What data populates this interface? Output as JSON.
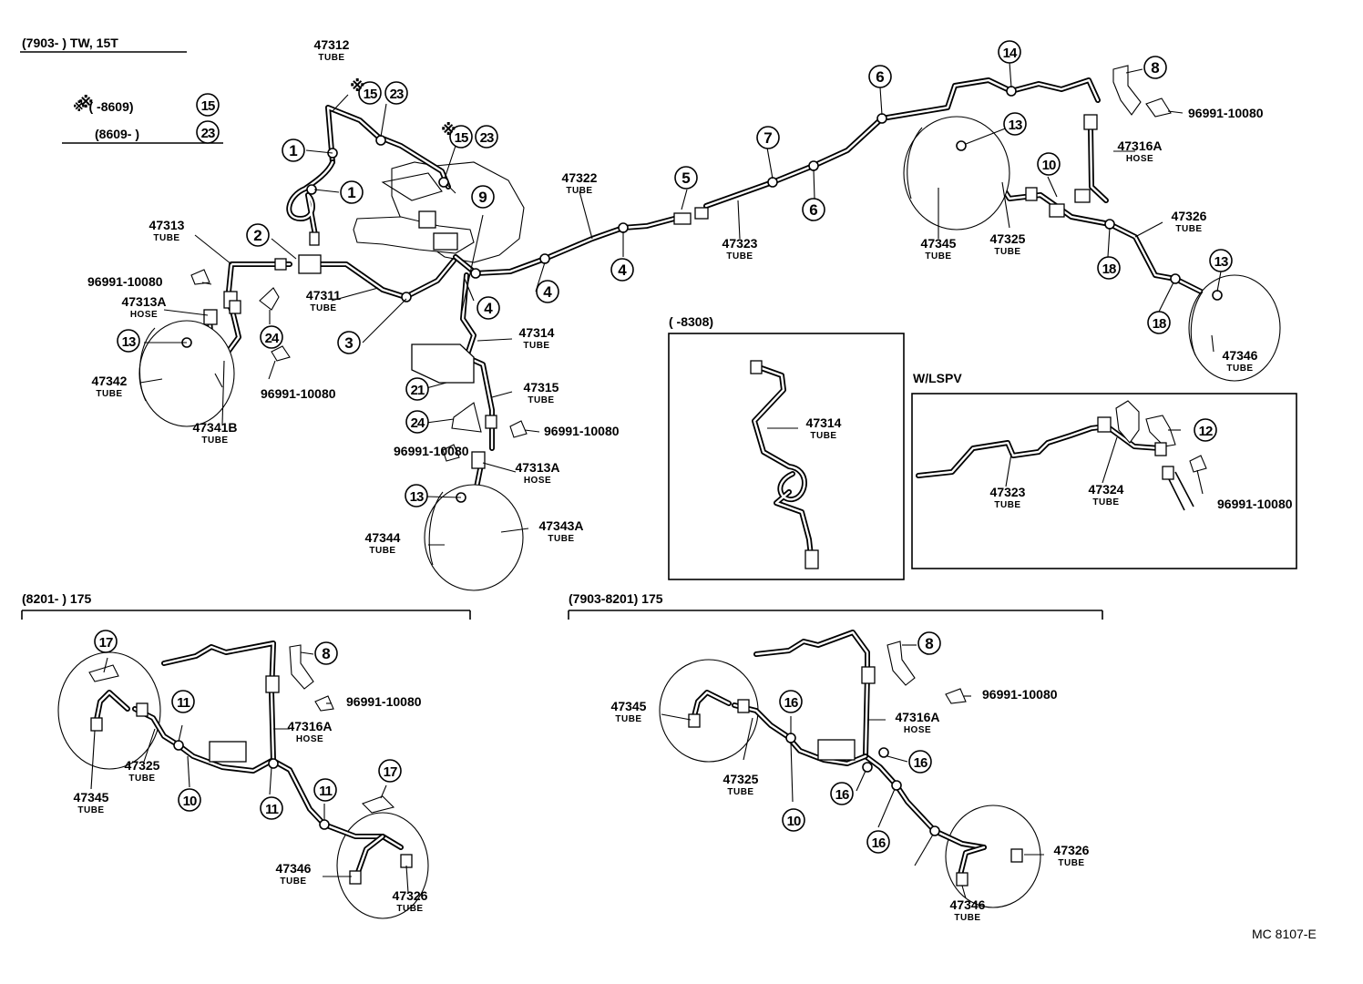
{
  "headers": {
    "tw15t": "(7903-        ) TW, 15T",
    "note1": "※ (        -8609)",
    "note2": "(8609-          )",
    "l8201": "(8201-           ) 175",
    "l7903": "(7903-8201) 175",
    "i8308": "(          -8308)",
    "wlspv": "W/LSPV",
    "code": "MC 8107-E"
  },
  "part_labels": [
    {
      "id": "p47312",
      "number": "47312",
      "type": "TUBE"
    },
    {
      "id": "p47313",
      "number": "47313",
      "type": "TUBE"
    },
    {
      "id": "p47313a",
      "number": "47313A",
      "type": "HOSE"
    },
    {
      "id": "p47342",
      "number": "47342",
      "type": "TUBE"
    },
    {
      "id": "p47341b",
      "number": "47341B",
      "type": "TUBE"
    },
    {
      "id": "p47311",
      "number": "47311",
      "type": "TUBE"
    },
    {
      "id": "p47322",
      "number": "47322",
      "type": "TUBE"
    },
    {
      "id": "p47314",
      "number": "47314",
      "type": "TUBE"
    },
    {
      "id": "p47315",
      "number": "47315",
      "type": "TUBE"
    },
    {
      "id": "p47313a_b",
      "number": "47313A",
      "type": "HOSE"
    },
    {
      "id": "p47344",
      "number": "47344",
      "type": "TUBE"
    },
    {
      "id": "p47343a",
      "number": "47343A",
      "type": "TUBE"
    },
    {
      "id": "p47323",
      "number": "47323",
      "type": "TUBE"
    },
    {
      "id": "p47316a",
      "number": "47316A",
      "type": "HOSE"
    },
    {
      "id": "p47345",
      "number": "47345",
      "type": "TUBE"
    },
    {
      "id": "p47325",
      "number": "47325",
      "type": "TUBE"
    },
    {
      "id": "p47326",
      "number": "47326",
      "type": "TUBE"
    },
    {
      "id": "p47346",
      "number": "47346",
      "type": "TUBE"
    },
    {
      "id": "p47314_i",
      "number": "47314",
      "type": "TUBE"
    },
    {
      "id": "p47323_l",
      "number": "47323",
      "type": "TUBE"
    },
    {
      "id": "p47324_l",
      "number": "47324",
      "type": "TUBE"
    },
    {
      "id": "p47316a_bl",
      "number": "47316A",
      "type": "HOSE"
    },
    {
      "id": "p47325_bl",
      "number": "47325",
      "type": "TUBE"
    },
    {
      "id": "p47345_bl",
      "number": "47345",
      "type": "TUBE"
    },
    {
      "id": "p47346_bl",
      "number": "47346",
      "type": "TUBE"
    },
    {
      "id": "p47326_bl",
      "number": "47326",
      "type": "TUBE"
    },
    {
      "id": "p47345_br",
      "number": "47345",
      "type": "TUBE"
    },
    {
      "id": "p47325_br",
      "number": "47325",
      "type": "TUBE"
    },
    {
      "id": "p47316a_br",
      "number": "47316A",
      "type": "HOSE"
    },
    {
      "id": "p47326_br",
      "number": "47326",
      "type": "TUBE"
    },
    {
      "id": "p47346_br",
      "number": "47346",
      "type": "TUBE"
    }
  ],
  "clip_refs": [
    {
      "id": "c1",
      "text": "96991-10080"
    },
    {
      "id": "c2",
      "text": "96991-10080"
    },
    {
      "id": "c3",
      "text": "96991-10080"
    },
    {
      "id": "c4",
      "text": "96991-10080"
    },
    {
      "id": "c5",
      "text": "96991-10080"
    },
    {
      "id": "c6",
      "text": "96991-10080"
    },
    {
      "id": "c7",
      "text": "96991-10080"
    },
    {
      "id": "c8",
      "text": "96991-10080"
    }
  ],
  "callouts": [
    {
      "id": "n15a",
      "num": "15"
    },
    {
      "id": "n23a",
      "num": "23"
    },
    {
      "id": "n15b",
      "num": "15"
    },
    {
      "id": "n23b",
      "num": "23"
    },
    {
      "id": "n15c",
      "num": "15"
    },
    {
      "id": "n23c",
      "num": "23"
    },
    {
      "id": "n1a",
      "num": "1"
    },
    {
      "id": "n1b",
      "num": "1"
    },
    {
      "id": "n2",
      "num": "2"
    },
    {
      "id": "n3",
      "num": "3"
    },
    {
      "id": "n4a",
      "num": "4"
    },
    {
      "id": "n4b",
      "num": "4"
    },
    {
      "id": "n4c",
      "num": "4"
    },
    {
      "id": "n5",
      "num": "5"
    },
    {
      "id": "n6a",
      "num": "6"
    },
    {
      "id": "n6b",
      "num": "6"
    },
    {
      "id": "n7",
      "num": "7"
    },
    {
      "id": "n8a",
      "num": "8"
    },
    {
      "id": "n9",
      "num": "9"
    },
    {
      "id": "n10a",
      "num": "10"
    },
    {
      "id": "n12",
      "num": "12"
    },
    {
      "id": "n13a",
      "num": "13"
    },
    {
      "id": "n13b",
      "num": "13"
    },
    {
      "id": "n13c",
      "num": "13"
    },
    {
      "id": "n13d",
      "num": "13"
    },
    {
      "id": "n14",
      "num": "14"
    },
    {
      "id": "n18a",
      "num": "18"
    },
    {
      "id": "n18b",
      "num": "18"
    },
    {
      "id": "n21",
      "num": "21"
    },
    {
      "id": "n24a",
      "num": "24"
    },
    {
      "id": "n24b",
      "num": "24"
    },
    {
      "id": "n17a",
      "num": "17"
    },
    {
      "id": "n17b",
      "num": "17"
    },
    {
      "id": "n8b",
      "num": "8"
    },
    {
      "id": "n11a",
      "num": "11"
    },
    {
      "id": "n11b",
      "num": "11"
    },
    {
      "id": "n11c",
      "num": "11"
    },
    {
      "id": "n10b",
      "num": "10"
    },
    {
      "id": "n8c",
      "num": "8"
    },
    {
      "id": "n16a",
      "num": "16"
    },
    {
      "id": "n16b",
      "num": "16"
    },
    {
      "id": "n16c",
      "num": "16"
    },
    {
      "id": "n16d",
      "num": "16"
    },
    {
      "id": "n10c",
      "num": "10"
    }
  ]
}
